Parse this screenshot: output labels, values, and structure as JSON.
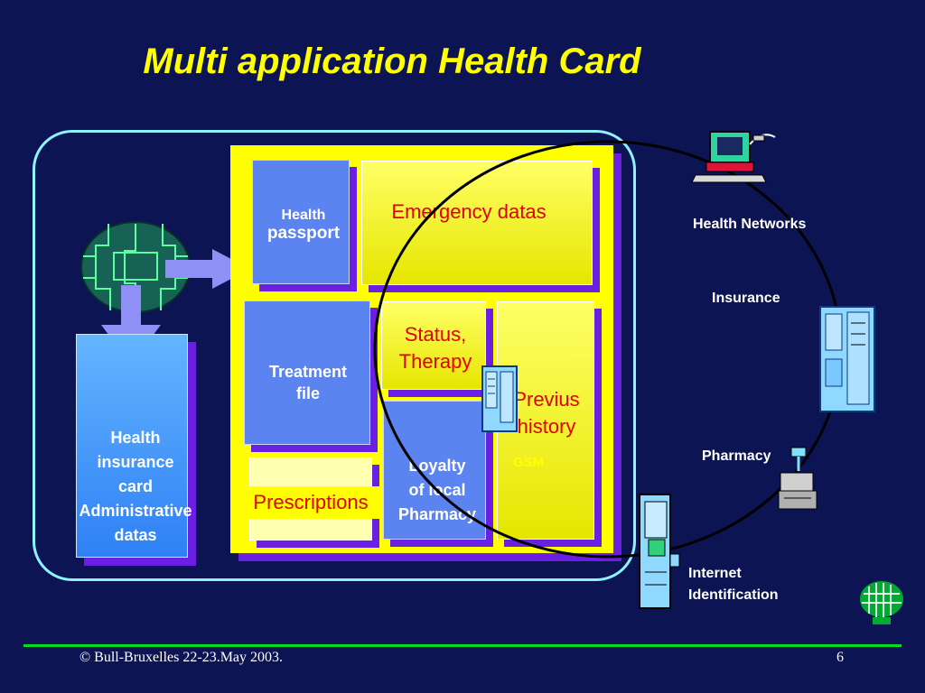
{
  "title": "Multi application Health Card",
  "blocks": {
    "health_passport": {
      "line1": "Health",
      "line2": "passport"
    },
    "emergency": "Emergency datas",
    "treatment": {
      "line1": "Treatment",
      "line2": "file"
    },
    "status": {
      "line1": "Status,",
      "line2": "Therapy"
    },
    "previous": {
      "line1": "Previus",
      "line2": "history"
    },
    "gsm": "GSM",
    "loyalty": {
      "line1": "Loyalty",
      "line2": "of local",
      "line3": "Pharmacy"
    },
    "prescriptions": "Prescriptions",
    "insurance_card": {
      "line1": "Health",
      "line2": "insurance",
      "line3": "card",
      "line4": "Administrative",
      "line5": "datas"
    }
  },
  "networks": {
    "health_networks": "Health Networks",
    "insurance": "Insurance",
    "pharmacy": "Pharmacy",
    "internet_line1": "Internet",
    "internet_line2": "Identification"
  },
  "footer": {
    "copyright": "© Bull-Bruxelles 22-23.May 2003.",
    "page": "6"
  },
  "colors": {
    "background": "#0c1453",
    "title": "#ffff00",
    "accent_border": "#8ff2ff",
    "footer_line": "#00dd22"
  },
  "icons": [
    "chip-icon",
    "arrow-right-icon",
    "arrow-down-icon",
    "computer-terminal-icon",
    "vending-machine-icon",
    "cash-register-icon",
    "kiosk-icon",
    "bull-logo-icon"
  ]
}
